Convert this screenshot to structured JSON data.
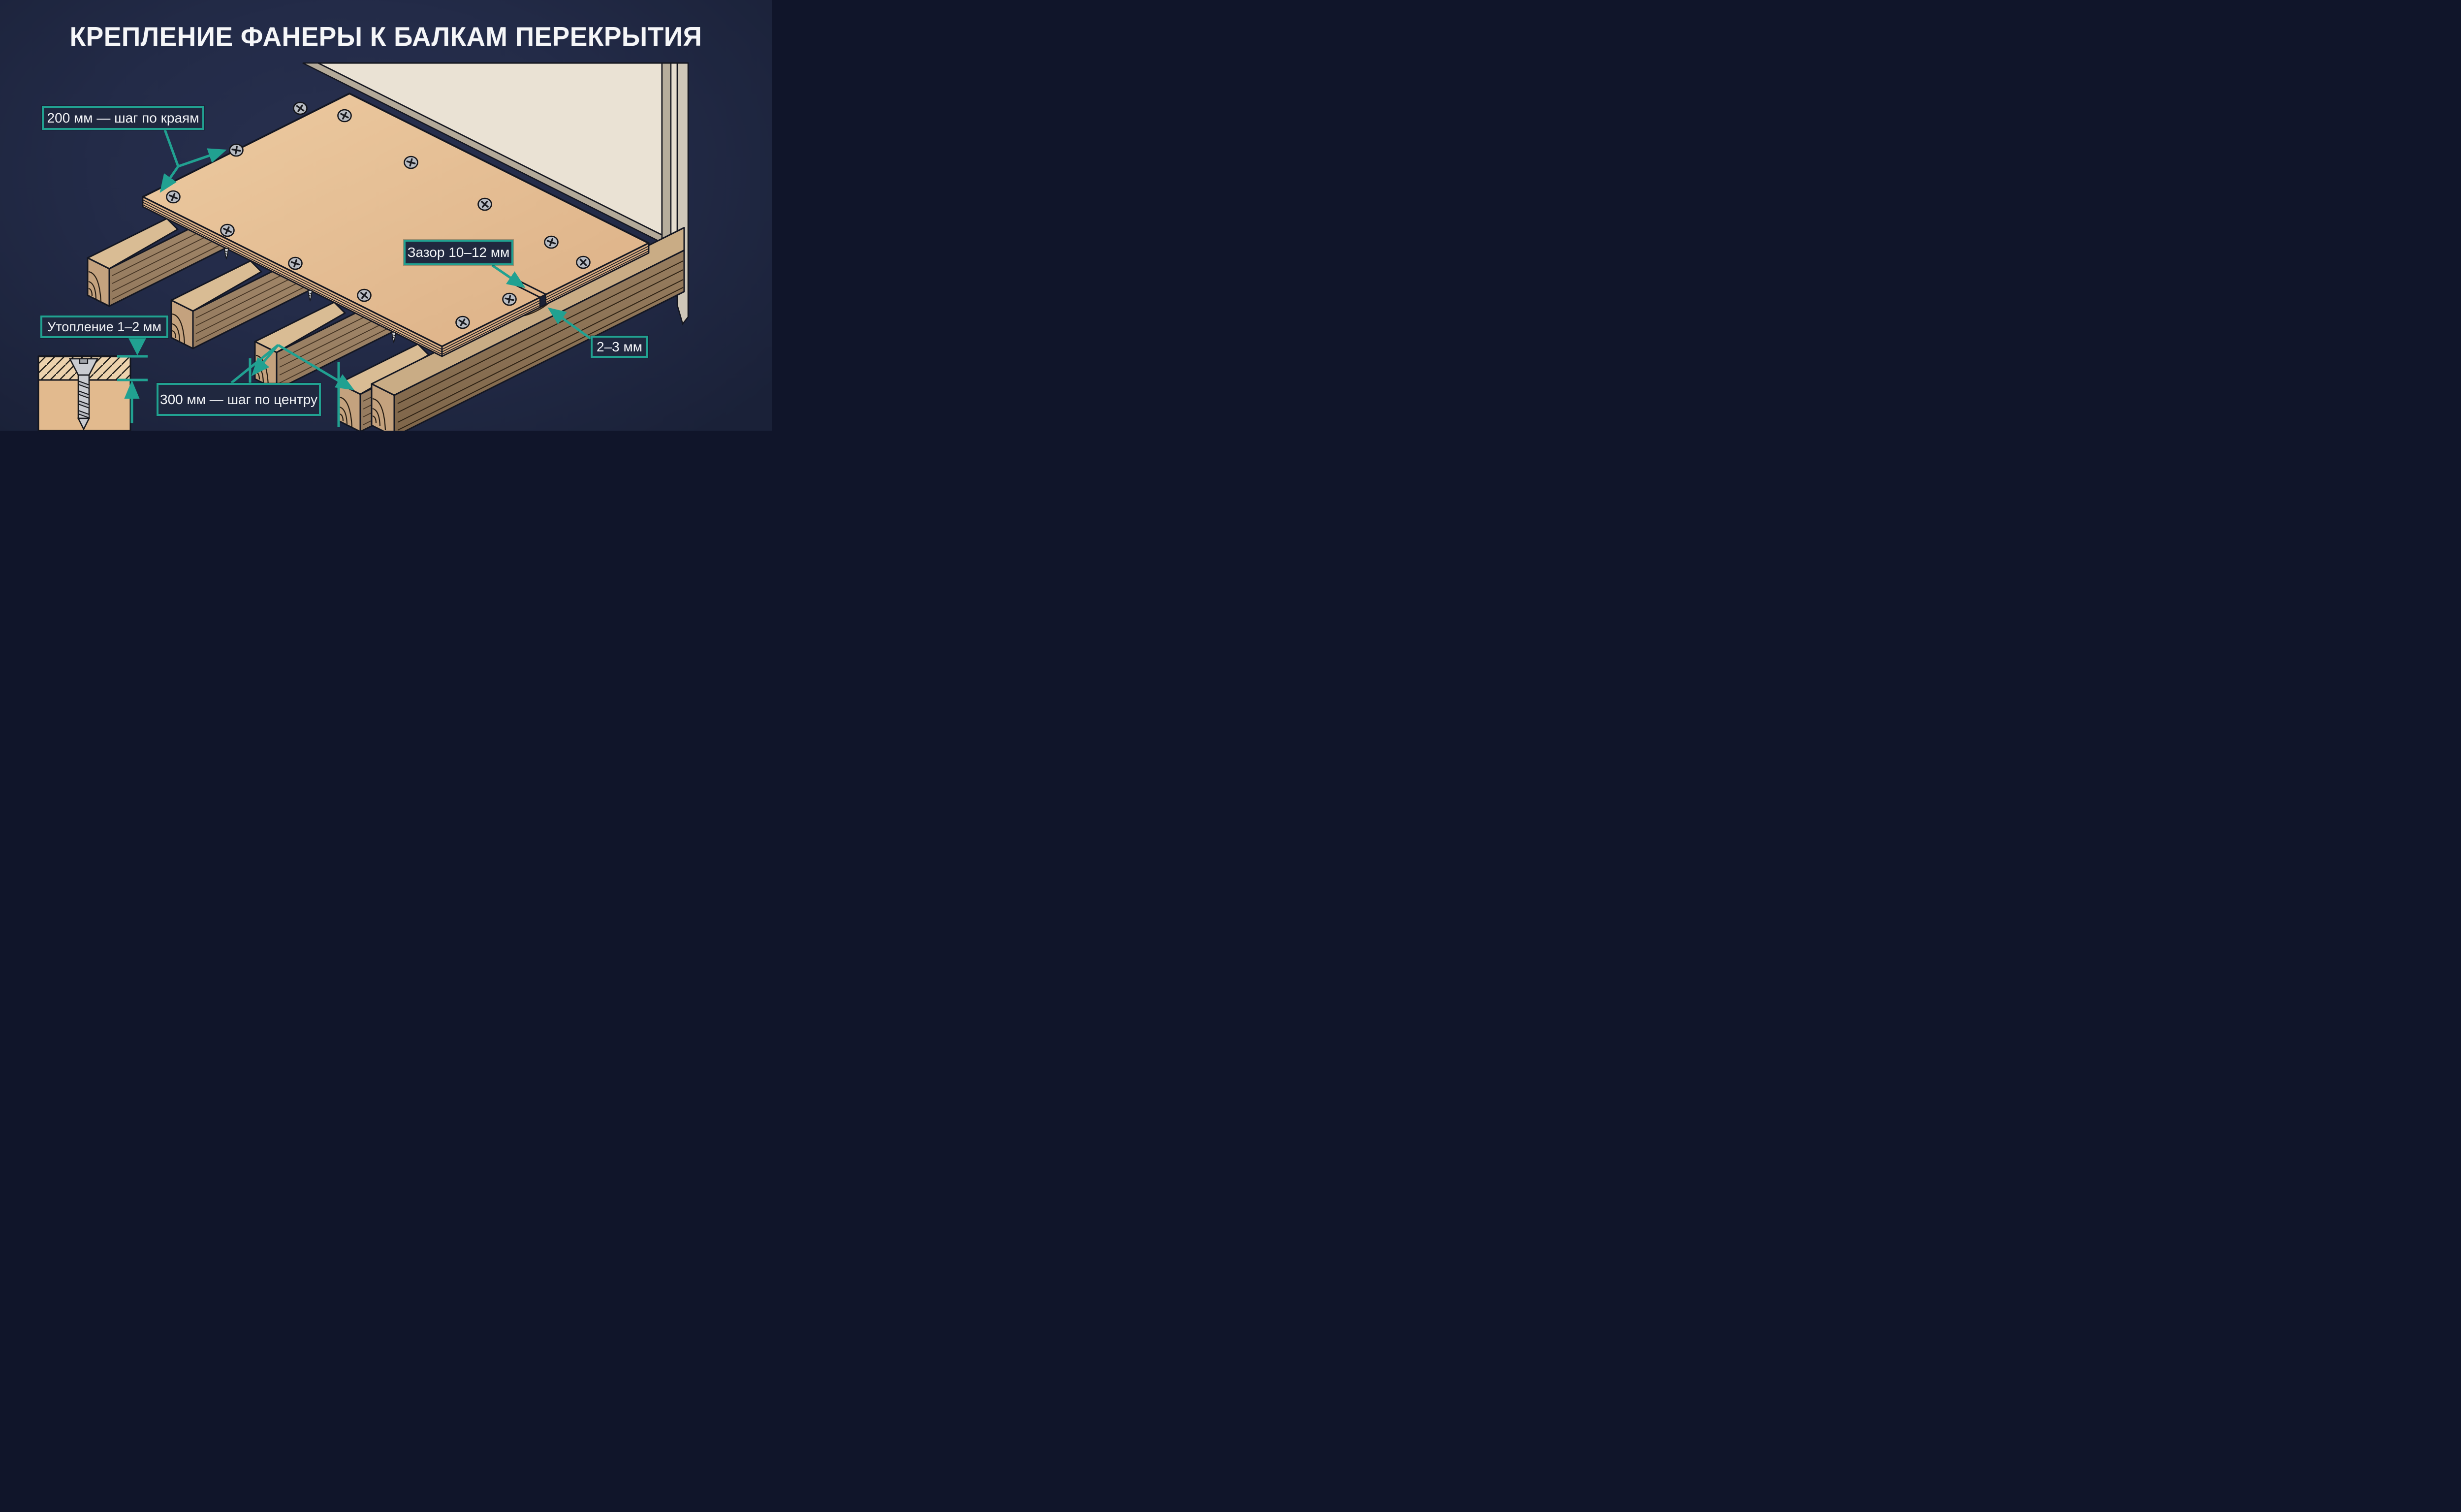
{
  "title": "КРЕПЛЕНИЕ ФАНЕРЫ К БАЛКАМ ПЕРЕКРЫТИЯ",
  "callouts": {
    "edge_spacing": {
      "label": "200 мм — шаг по краям",
      "points_to": "screws along sheet edge"
    },
    "wall_gap": {
      "label": "Зазор 10–12 мм",
      "points_to": "gap at sheet seam near wall"
    },
    "sheet_gap": {
      "label": "2–3 мм",
      "points_to": "gap in plywood edge"
    },
    "countersink": {
      "label": "Утопление 1–2 мм",
      "points_to": "recessed screw head in inset"
    },
    "center_spacing": {
      "label": "300 мм — шаг по центру",
      "points_to": "joist spacing at field of sheet"
    }
  },
  "colors": {
    "background": "#222A47",
    "accent_teal": "#21A191",
    "callout_fill": "#20283F",
    "text": "#F5F6F8",
    "plywood_top": "#E4BC92",
    "plywood_edge": "#DCB084",
    "joist_end": "#C4A27E",
    "joist_side": "#A2876A",
    "beam_side": "#8D7357",
    "wall_face": "#EAE2D4",
    "wall_plate": "#B4AA99",
    "screw_metal": "#B9BDC4",
    "outline": "#141722"
  }
}
